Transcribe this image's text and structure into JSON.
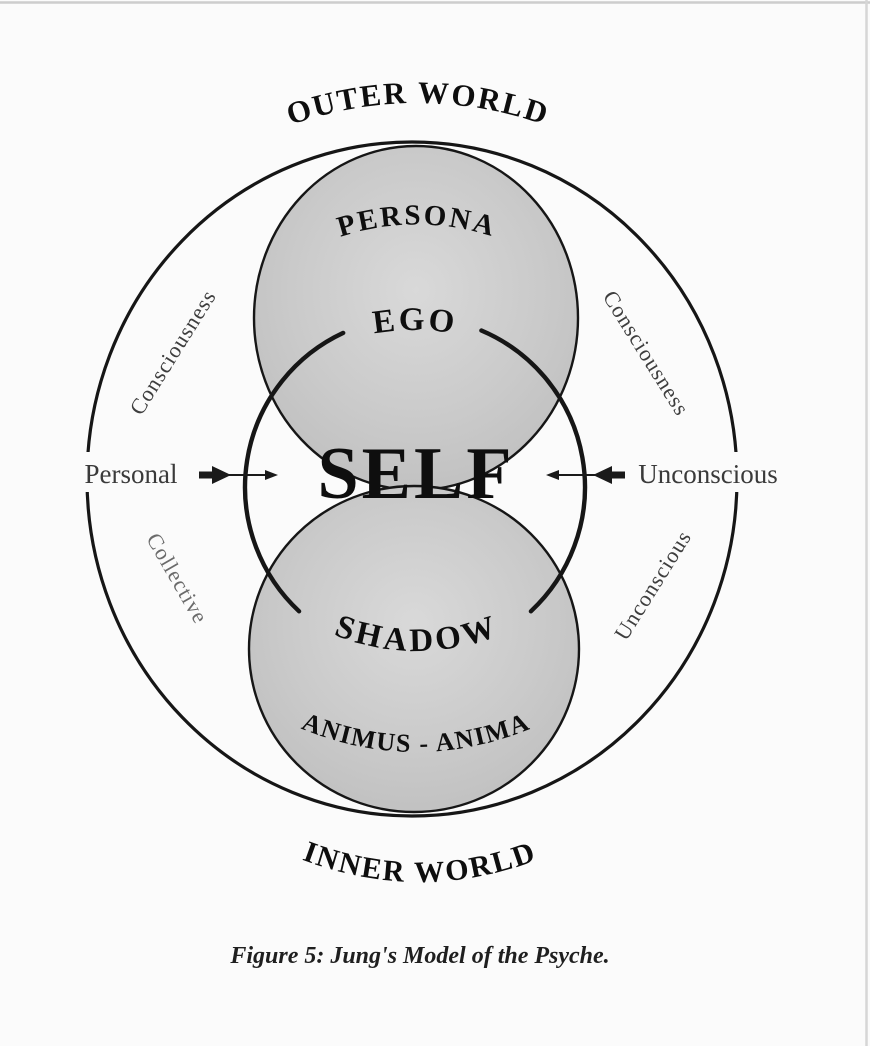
{
  "figure": {
    "outer_world": "OUTER WORLD",
    "inner_world": "INNER WORLD",
    "persona": "PERSONA",
    "ego": "EGO",
    "self": "SELF",
    "shadow": "SHADOW",
    "animus_anima": "ANIMUS - ANIMA",
    "consciousness_left": "Consciousness",
    "consciousness_right": "Consciousness",
    "collective": "Collective",
    "unconscious_side": "Unconscious",
    "personal": "Personal",
    "unconscious": "Unconscious",
    "caption": "Figure 5: Jung's Model of the Psyche.",
    "colors": {
      "circle_fill": "#c9c9c9",
      "line": "#161616",
      "side_label": "#3e3e3e",
      "background": "#fbfbfb"
    }
  }
}
